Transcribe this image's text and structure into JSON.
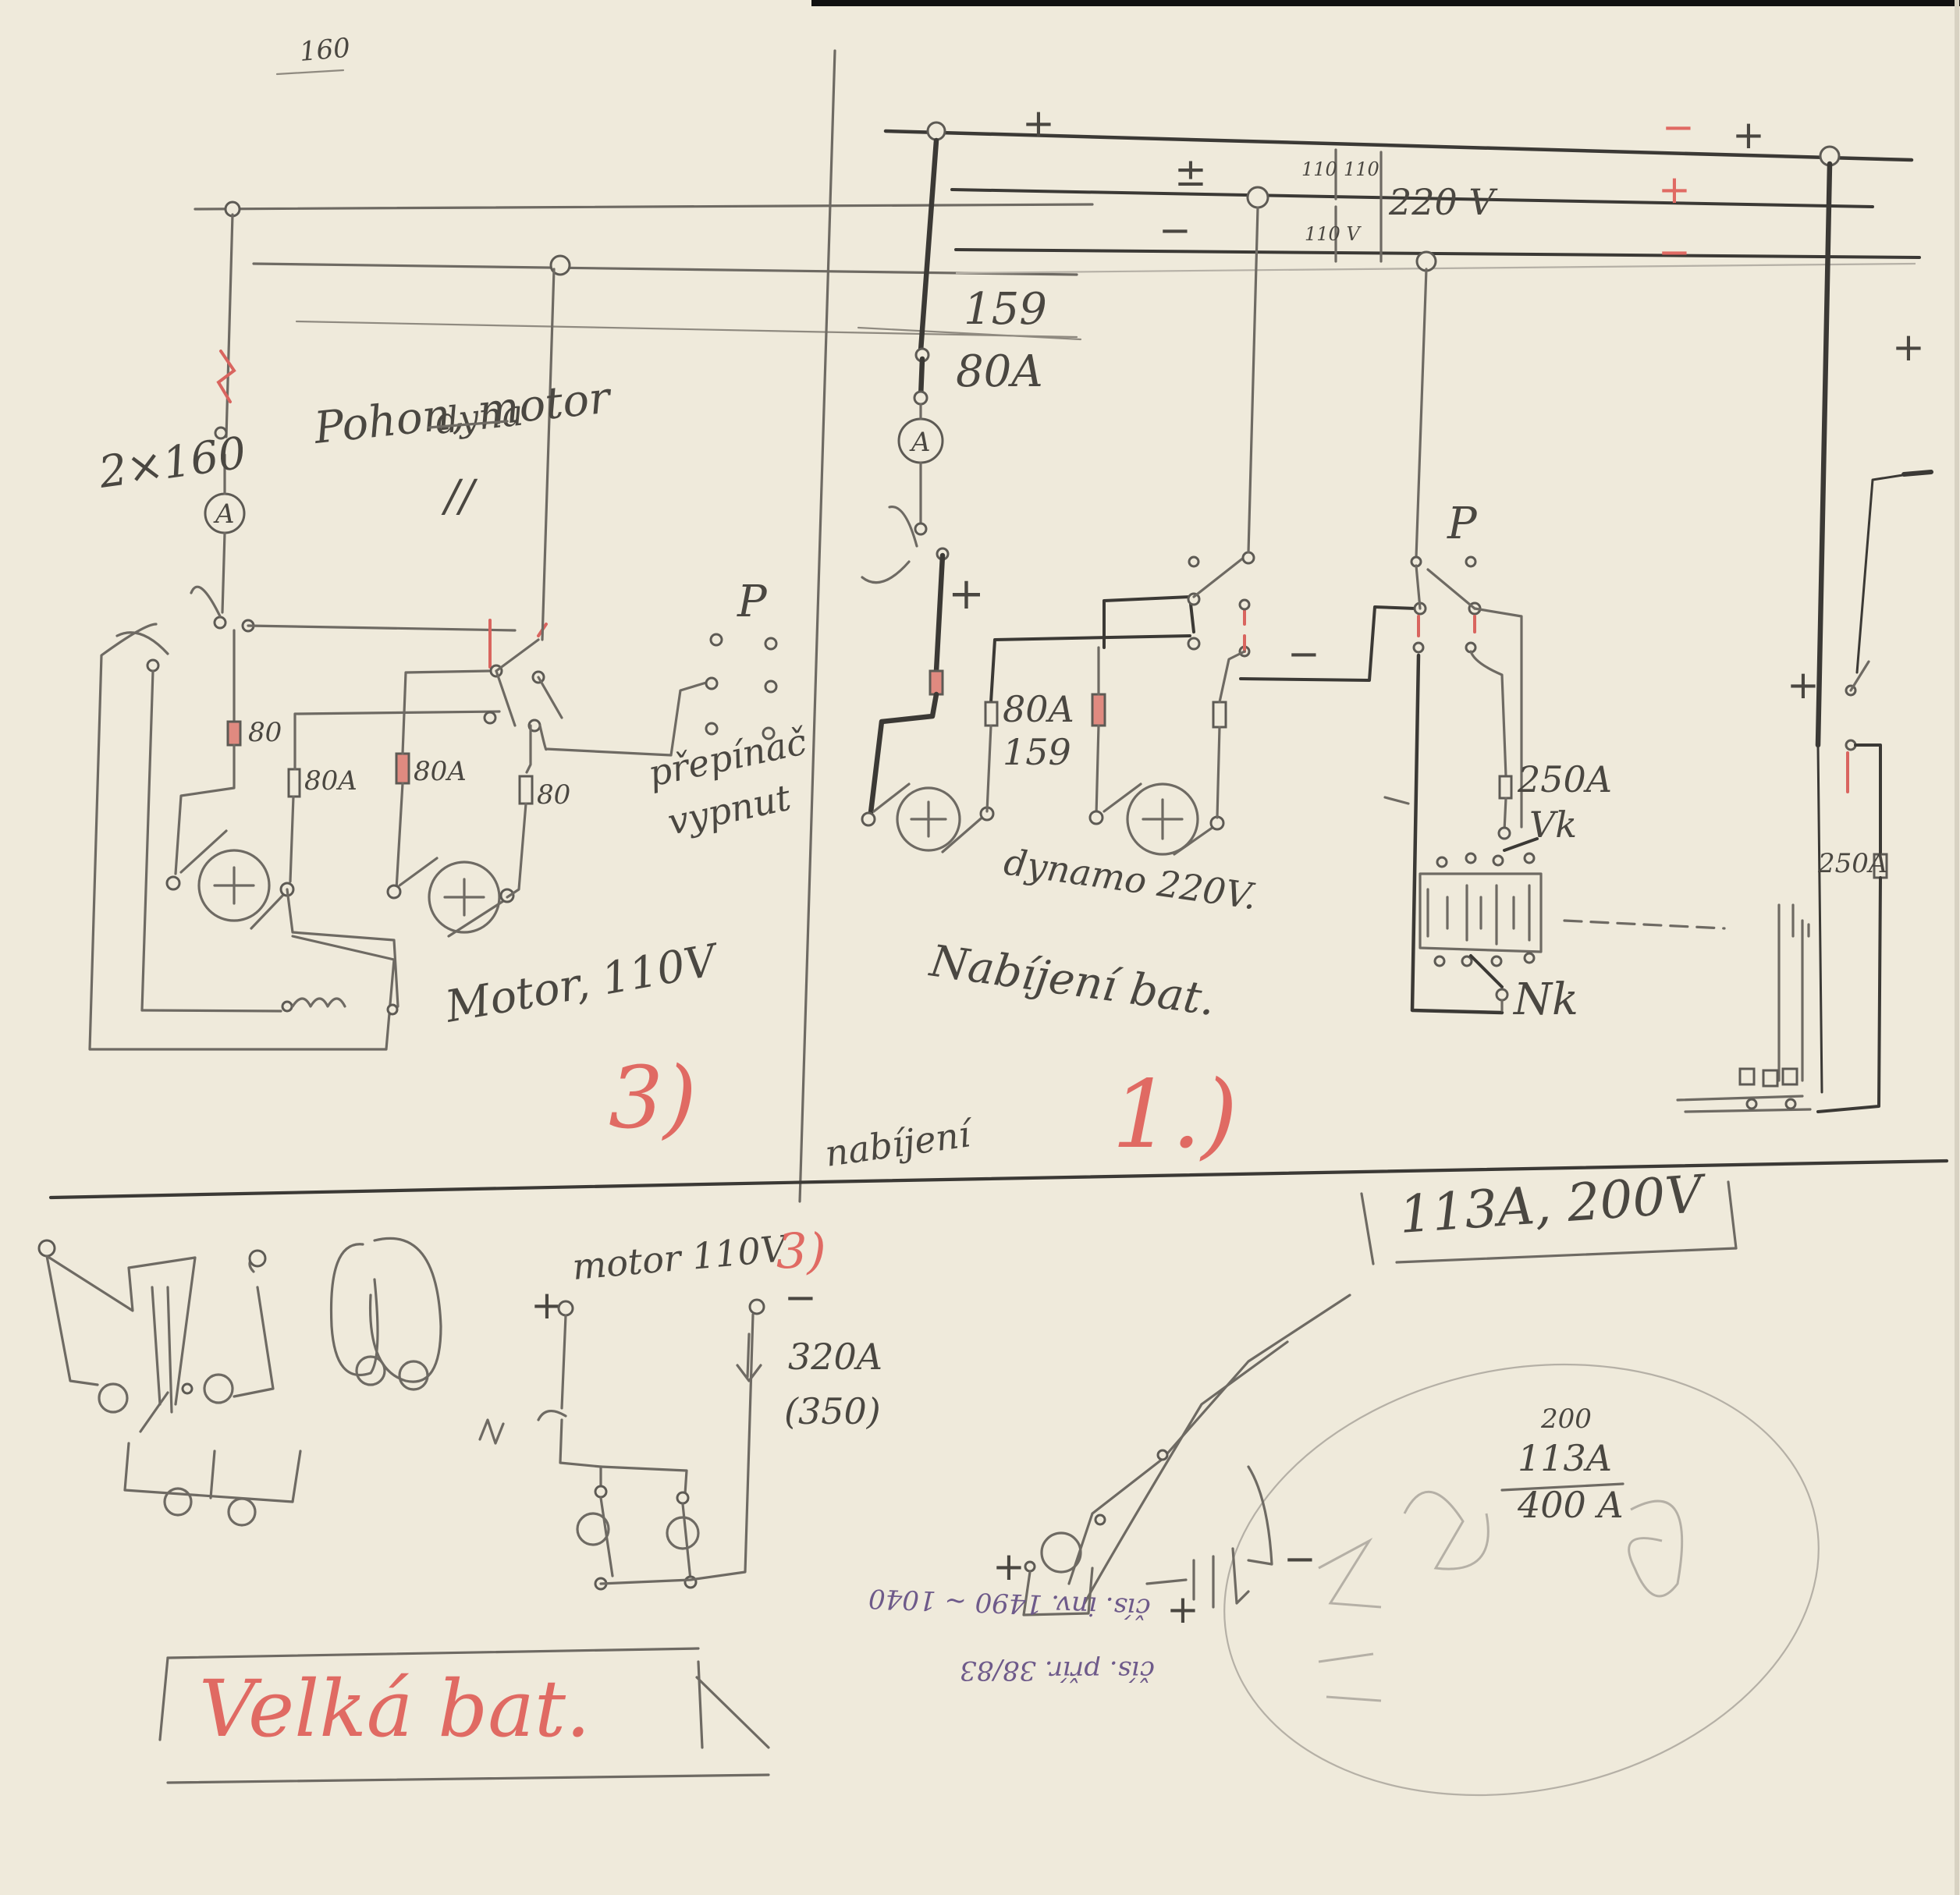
{
  "sheet": {
    "page_number": "160",
    "accent_red": "#d9655f",
    "pencil_gray": "#6e6a63",
    "paper": "#efeadb"
  },
  "diagram_3": {
    "heading": "Pohon, motor",
    "heading_struck": "dyna",
    "heading_mark": "//",
    "fuse_main": "2×160",
    "fuse_small": "80",
    "fuse_a1": "80A",
    "fuse_a2": "80A",
    "fuse_right": "80",
    "ammeter": "A",
    "switch_label": "P",
    "switch_caption_1": "přepínač",
    "switch_caption_2": "vypnut",
    "motor_caption": "Motor, 110V",
    "number": "3)"
  },
  "diagram_1": {
    "bus_plus_left": "+",
    "bus_plus_right": "+",
    "bus_minus_right": "−",
    "bus_mid_pm": "±",
    "bus_mid_plus_red": "+",
    "bus_minus": "−",
    "bus_minus_red": "−",
    "v110_top": "110",
    "v110_top_b": "110",
    "v110_bottom": "110 V",
    "v220": "220 V",
    "fuse_top_1": "159",
    "fuse_top_2": "80A",
    "ammeter": "A",
    "plus_left": "+",
    "fuse_80a": "80A",
    "fuse_159": "159",
    "minus_mid": "−",
    "switch_label": "P",
    "fuse_250a": "250A",
    "vk": "Vk",
    "nk": "Nk",
    "fuse_250a_right": "250A",
    "plus_far_right": "+",
    "plus_right_2": "+",
    "dynamo": "dynamo 220V.",
    "charging_caption": "Nabíjení bat.",
    "number": "1.)",
    "charging_word": "nabíjení"
  },
  "rating_box": {
    "text": "113A, 200V"
  },
  "diagram_small": {
    "title": "motor 110V",
    "number": "3)",
    "plus": "+",
    "minus": "−",
    "current": "320A",
    "current_alt": "(350)"
  },
  "big_battery": {
    "text": "Velká bat."
  },
  "notes": {
    "fraction_top": "200",
    "fraction_mid": "113A",
    "fraction_bottom": "400 A",
    "mirrored_1": "čís. inv. 1490 ~ 1040",
    "mirrored_2": "čís. přír. 38/83",
    "plus_note": "+",
    "plus_note_2": "+",
    "minus_note": "−"
  }
}
